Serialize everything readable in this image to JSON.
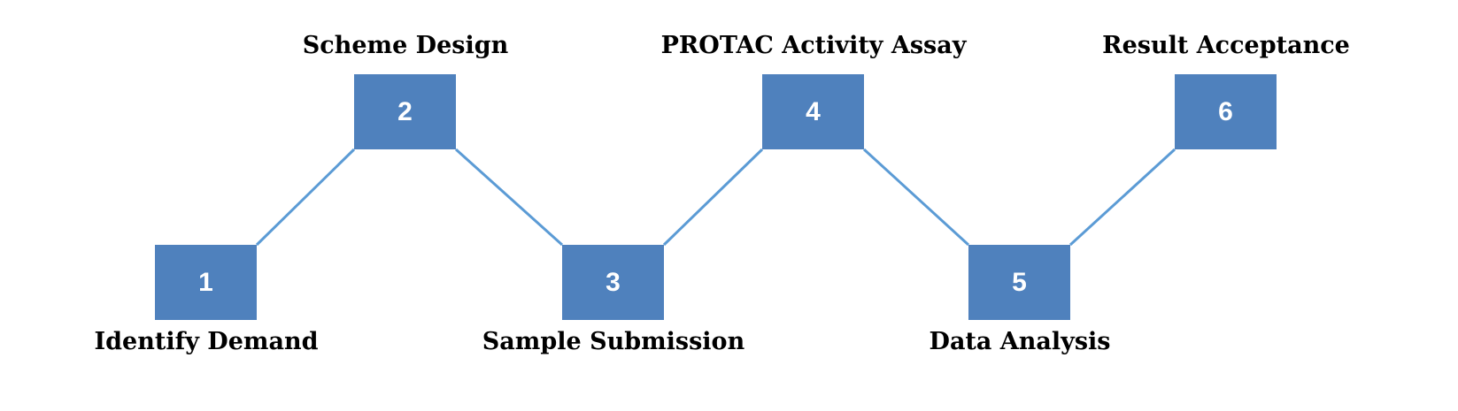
{
  "diagram": {
    "type": "process-flow-zigzag",
    "steps": [
      {
        "number": "1",
        "label": "Identify Demand",
        "label_position": "below"
      },
      {
        "number": "2",
        "label": "Scheme Design",
        "label_position": "above"
      },
      {
        "number": "3",
        "label": "Sample Submission",
        "label_position": "below"
      },
      {
        "number": "4",
        "label": "PROTAC Activity Assay",
        "label_position": "above"
      },
      {
        "number": "5",
        "label": "Data Analysis",
        "label_position": "below"
      },
      {
        "number": "6",
        "label": "Result Acceptance",
        "label_position": "above"
      }
    ],
    "connections": [
      {
        "from": "1",
        "to": "2"
      },
      {
        "from": "2",
        "to": "3"
      },
      {
        "from": "3",
        "to": "4"
      },
      {
        "from": "4",
        "to": "5"
      },
      {
        "from": "5",
        "to": "6"
      }
    ],
    "colors": {
      "box_fill": "#4F81BD",
      "connector": "#5B9BD5",
      "number_text": "#FFFFFF",
      "label_text": "#000000",
      "background": "#FFFFFF"
    }
  }
}
